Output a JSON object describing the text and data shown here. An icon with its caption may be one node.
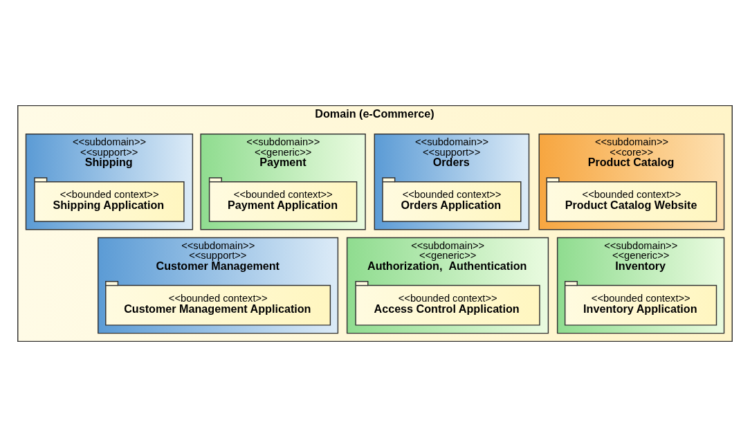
{
  "diagram": {
    "nodes": [
      {
        "text": [
          "Domain (e-Commerce)"
        ]
      },
      {
        "text": [
          "<<subdomain>>",
          "<<core>>",
          "Product Catalog"
        ],
        "in": 0
      },
      {
        "text": [
          "<<bounded context>>",
          "Product Catalog Website"
        ],
        "in": 1
      },
      {
        "text": [
          "<<subdomain>>",
          "<<support>>",
          "Orders"
        ],
        "in": 0
      },
      {
        "text": [
          "<<bounded context>>",
          "Orders Application"
        ],
        "in": 3
      },
      {
        "text": [
          "<<subdomain>>",
          "<<generic>>",
          "Payment"
        ],
        "in": 0
      },
      {
        "text": [
          "<<bounded context>>",
          "Payment Application"
        ],
        "in": 5
      },
      {
        "text": [
          "<<subdomain>>",
          "<<support>>",
          "Shipping"
        ],
        "in": 0
      },
      {
        "text": [
          "<<bounded context>>",
          "Shipping Application"
        ],
        "in": 7
      },
      {
        "text": [
          "<<subdomain>>",
          "<<generic>>",
          "Inventory"
        ],
        "in": 0
      },
      {
        "text": [
          "<<bounded context>>",
          "Inventory Application"
        ],
        "in": 9
      },
      {
        "text": [
          "<<subdomain>>",
          "<<generic>>",
          "Authorization,  Authentication"
        ],
        "in": 0
      },
      {
        "text": [
          "<<bounded context>>",
          "Access Control Application"
        ],
        "in": 11
      },
      {
        "text": [
          "<<subdomain>>",
          "<<support>>",
          "Customer Management"
        ],
        "in": 0
      },
      {
        "text": [
          "<<bounded context>>",
          "Customer Management Application"
        ],
        "in": 13
      }
    ],
    "edges": []
  }
}
